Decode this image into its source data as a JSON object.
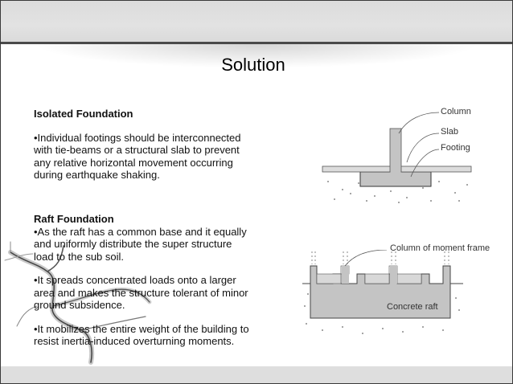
{
  "slide": {
    "title": "Solution",
    "sections": [
      {
        "heading": "Isolated Foundation",
        "bullets": [
          "•Individual footings should be interconnected with tie-beams or a structural slab to prevent any relative horizontal movement occurring during earthquake shaking."
        ]
      },
      {
        "heading": "Raft Foundation",
        "bullets": [
          "•As the raft has a common base and it equally and uniformly distribute the super structure load to the sub soil.",
          "•It spreads concentrated loads onto a larger area and makes the structure tolerant of minor ground subsidence.",
          "•It mobilizes the entire weight of the building to resist inertia-induced overturning moments."
        ]
      }
    ],
    "diagrams": {
      "isolated": {
        "labels": [
          "Column",
          "Slab",
          "Footing"
        ]
      },
      "raft": {
        "labels": [
          "Column of moment frame",
          "Concrete raft"
        ]
      }
    },
    "colors": {
      "band": "#dedede",
      "border": "#3a3a3a",
      "concrete": "#c4c4c4",
      "text": "#111111"
    }
  }
}
